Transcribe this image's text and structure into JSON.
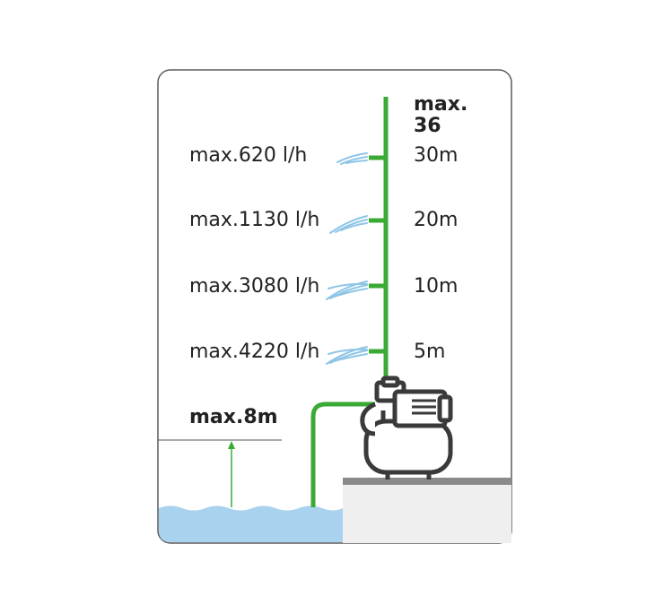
{
  "diagram": {
    "max_head_title": "max.",
    "max_head_value": "36",
    "suction_label": "max.8m",
    "levels": [
      {
        "flow": "max.620 l/h",
        "height": "30m"
      },
      {
        "flow": "max.1130 l/h",
        "height": "20m"
      },
      {
        "flow": "max.3080 l/h",
        "height": "10m"
      },
      {
        "flow": "max.4220 l/h",
        "height": "5m"
      }
    ],
    "colors": {
      "pipe": "#3aaa35",
      "water": "#a9d2ee",
      "spray": "#8ec5e6",
      "ground": "#efefef",
      "ground_edge": "#8a8a8a",
      "pump_outline": "#3a3a3a",
      "frame": "#5a5a5a"
    },
    "icons": [
      "pump-icon",
      "water-spray-icon",
      "suction-arrow-icon"
    ]
  }
}
